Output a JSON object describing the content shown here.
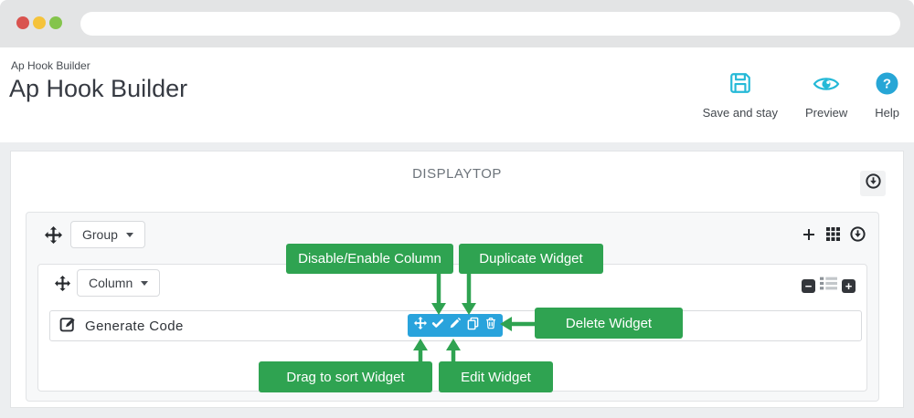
{
  "browser": {
    "url_value": "",
    "window_dots": [
      "close-dot",
      "minimize-dot",
      "maximize-dot"
    ]
  },
  "header": {
    "breadcrumb": "Ap Hook Builder",
    "title": "Ap Hook Builder",
    "actions": [
      {
        "label": "Save and stay",
        "icon": "save-icon"
      },
      {
        "label": "Preview",
        "icon": "eye-icon"
      },
      {
        "label": "Help",
        "icon": "help-icon",
        "icon_glyph": "?"
      }
    ]
  },
  "panel": {
    "hook_title": "DISPLAYTOP",
    "collapse_icon": "circle-down-icon",
    "group": {
      "dropdown_label": "Group",
      "tools": [
        "plus-icon",
        "grid-icon",
        "circle-down-icon"
      ]
    },
    "column": {
      "dropdown_label": "Column",
      "minus_symbol": "−",
      "plus_symbol": "+",
      "tools": [
        "minus-square-icon",
        "list-icon",
        "plus-square-icon"
      ]
    },
    "widget": {
      "label": "Generate Code",
      "icon": "edit-pencil-square-icon"
    },
    "toolbar_icons": [
      "move-icon",
      "check-icon",
      "pencil-icon",
      "copy-icon",
      "trash-icon"
    ]
  },
  "callouts": [
    {
      "id": "disable-enable-column",
      "label": "Disable/Enable Column",
      "points_to": "check-icon"
    },
    {
      "id": "duplicate-widget",
      "label": "Duplicate Widget",
      "points_to": "copy-icon"
    },
    {
      "id": "delete-widget",
      "label": "Delete Widget",
      "points_to": "trash-icon"
    },
    {
      "id": "drag-to-sort-widget",
      "label": "Drag to sort Widget",
      "points_to": "move-icon"
    },
    {
      "id": "edit-widget",
      "label": "Edit Widget",
      "points_to": "pencil-icon"
    }
  ],
  "colors": {
    "accent_teal": "#25b9d7",
    "toolbar_blue": "#29a3dc",
    "callout_green": "#2fa351",
    "dark_icon": "#2c2f34"
  }
}
